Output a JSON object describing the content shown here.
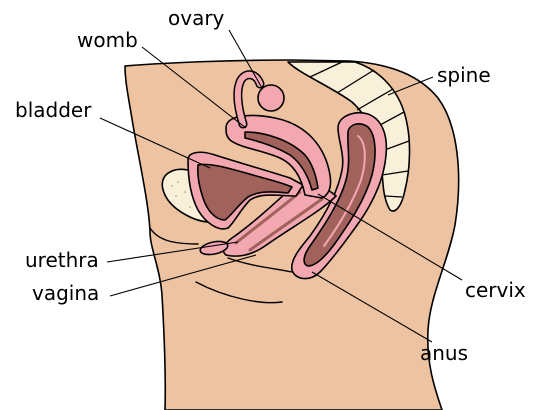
{
  "labels": {
    "ovary": "ovary",
    "womb": "womb",
    "spine": "spine",
    "bladder": "bladder",
    "urethra": "urethra",
    "vagina": "vagina",
    "cervix": "cervix",
    "anus": "anus"
  },
  "colors": {
    "skin": "#EDC3A1",
    "bone": "#F9F0DA",
    "organ": "#F3A7B0",
    "organ_dark": "#A0625A",
    "line": "#000000"
  }
}
